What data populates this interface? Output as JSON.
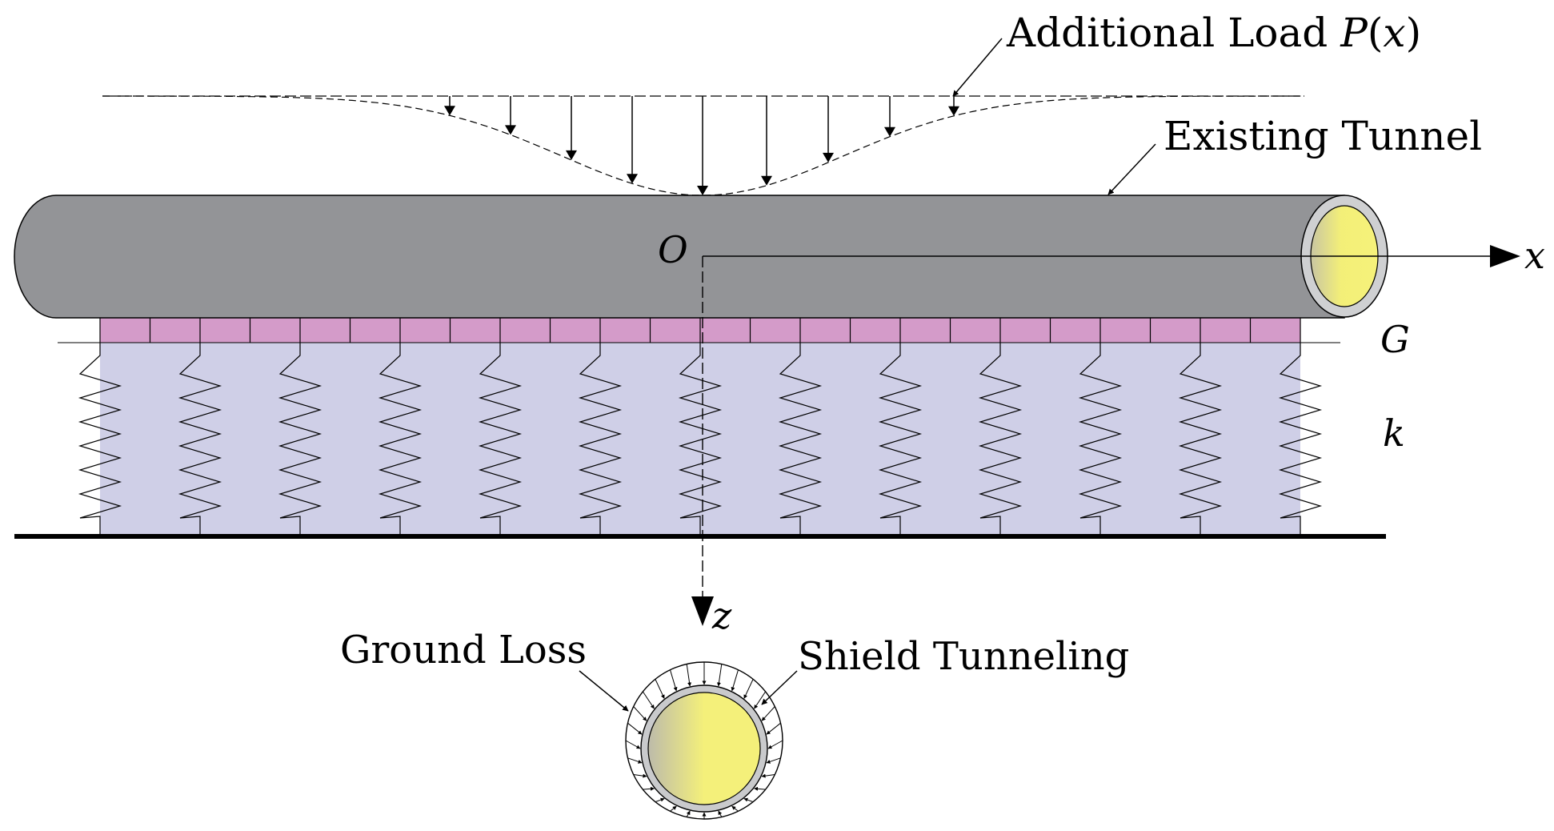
{
  "labels": {
    "load_prefix": "Additional Load ",
    "load_symbol": "P",
    "load_arg_open": "(",
    "load_arg_var": "x",
    "load_arg_close": ")",
    "existing_tunnel": "Existing Tunnel",
    "origin": "O",
    "x_axis": "x",
    "z_axis": "z",
    "shear_layer": "G",
    "spring_stiffness": "k",
    "ground_loss": "Ground Loss",
    "shield_tunneling": "Shield Tunneling"
  },
  "colors": {
    "tunnel_body": "#939497",
    "tunnel_core": "#f3ef78",
    "shear_layer": "#d49bc9",
    "soil": "#cfcfe7",
    "line": "#000000"
  }
}
